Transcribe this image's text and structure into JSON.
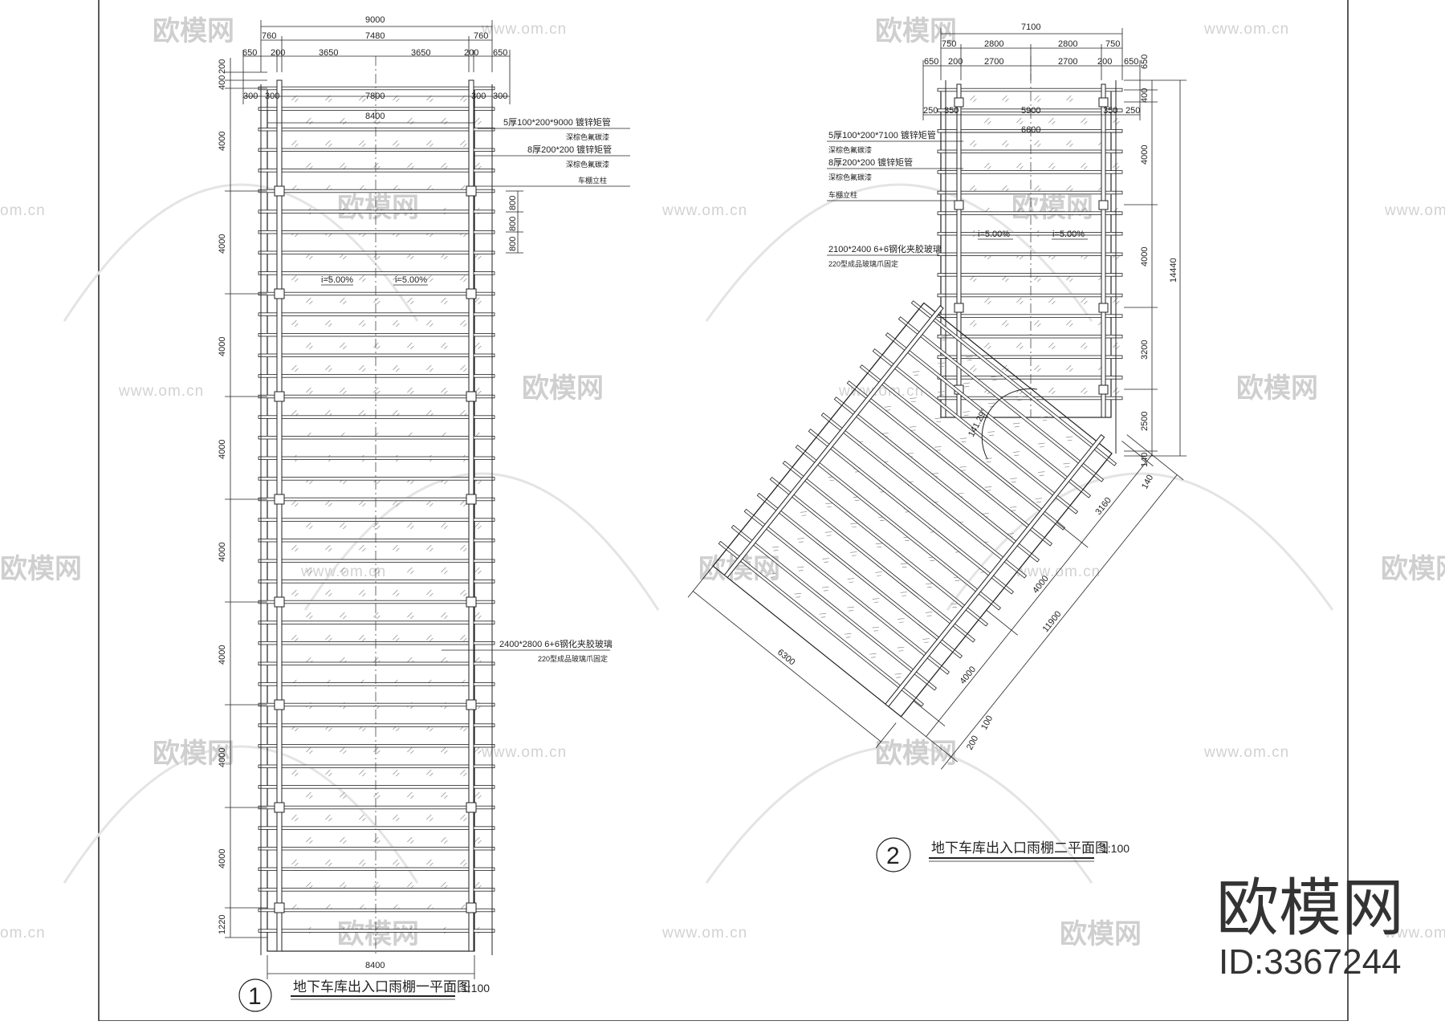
{
  "plan1": {
    "dims_top_total": "9000",
    "dims_top_row2": [
      "760",
      "7480",
      "760"
    ],
    "dims_top_row3": [
      "650",
      "200",
      "3650",
      "3650",
      "200",
      "650"
    ],
    "dims_inner_1": [
      "300",
      "300",
      "7800",
      "300",
      "300"
    ],
    "dims_inner_2": "8400",
    "dims_left_top": [
      "200",
      "400"
    ],
    "dims_left": [
      "4000",
      "4000",
      "4000",
      "4000",
      "4000",
      "4000",
      "4000",
      "4000",
      "1220"
    ],
    "spacing_dims": [
      "800",
      "800",
      "800"
    ],
    "ann_beam": "5厚100*200*9000 镀锌矩管",
    "ann_beam_sub": "深棕色氟碳漆",
    "ann_beam2": "8厚200*200 镀锌矩管",
    "ann_beam2_sub": "深棕色氟碳漆",
    "ann_column": "车棚立柱",
    "slope_left": "i=5.00%",
    "slope_right": "i=5.00%",
    "ann_glass": "2400*2800 6+6钢化夹胶玻璃",
    "ann_glass_sub": "220型成品玻璃爪固定",
    "bottom_dim": "8400",
    "number": "1",
    "title": "地下车库出入口雨棚一平面图",
    "scale": "1:100"
  },
  "plan2": {
    "dims_top_total": "7100",
    "dims_top_row2": [
      "750",
      "2800",
      "2800",
      "750"
    ],
    "dims_top_row3": [
      "650",
      "200",
      "2700",
      "2700",
      "200",
      "650"
    ],
    "dims_inner_1": [
      "250",
      "350",
      "5900",
      "350",
      "250"
    ],
    "dims_inner_2": "6600",
    "ann_beam": "5厚100*200*7100 镀锌矩管",
    "ann_beam_sub": "深棕色氟碳漆",
    "ann_beam2": "8厚200*200 镀锌矩管",
    "ann_beam2_sub": "深棕色氟碳漆",
    "ann_column": "车棚立柱",
    "slope_left": "i=5.00%",
    "slope_right": "i=5.00%",
    "ann_glass": "2100*2400 6+6钢化夹胶玻璃",
    "ann_glass_sub": "220型成品玻璃爪固定",
    "dims_right": [
      "650",
      "400",
      "4000",
      "4000",
      "3200",
      "2500",
      "140"
    ],
    "dims_right_total": "14440",
    "angle": "141.29°",
    "diag_dims": [
      "140",
      "3160",
      "4000",
      "4000",
      "200",
      "100"
    ],
    "diag_total": "11900",
    "diag_width": "6300",
    "number": "2",
    "title": "地下车库出入口雨棚二平面图",
    "scale": "1:100"
  },
  "watermark": {
    "logo_text": "欧模网",
    "url_text": "www.om.cn",
    "partial_text": "om.cn",
    "url_fragment": "www.om.c"
  },
  "brand": {
    "name": "欧模网",
    "id": "ID:3367244"
  },
  "colors": {
    "line": "#222222",
    "watermark": "#cfcfcf",
    "hatch": "#8a8a8a"
  }
}
